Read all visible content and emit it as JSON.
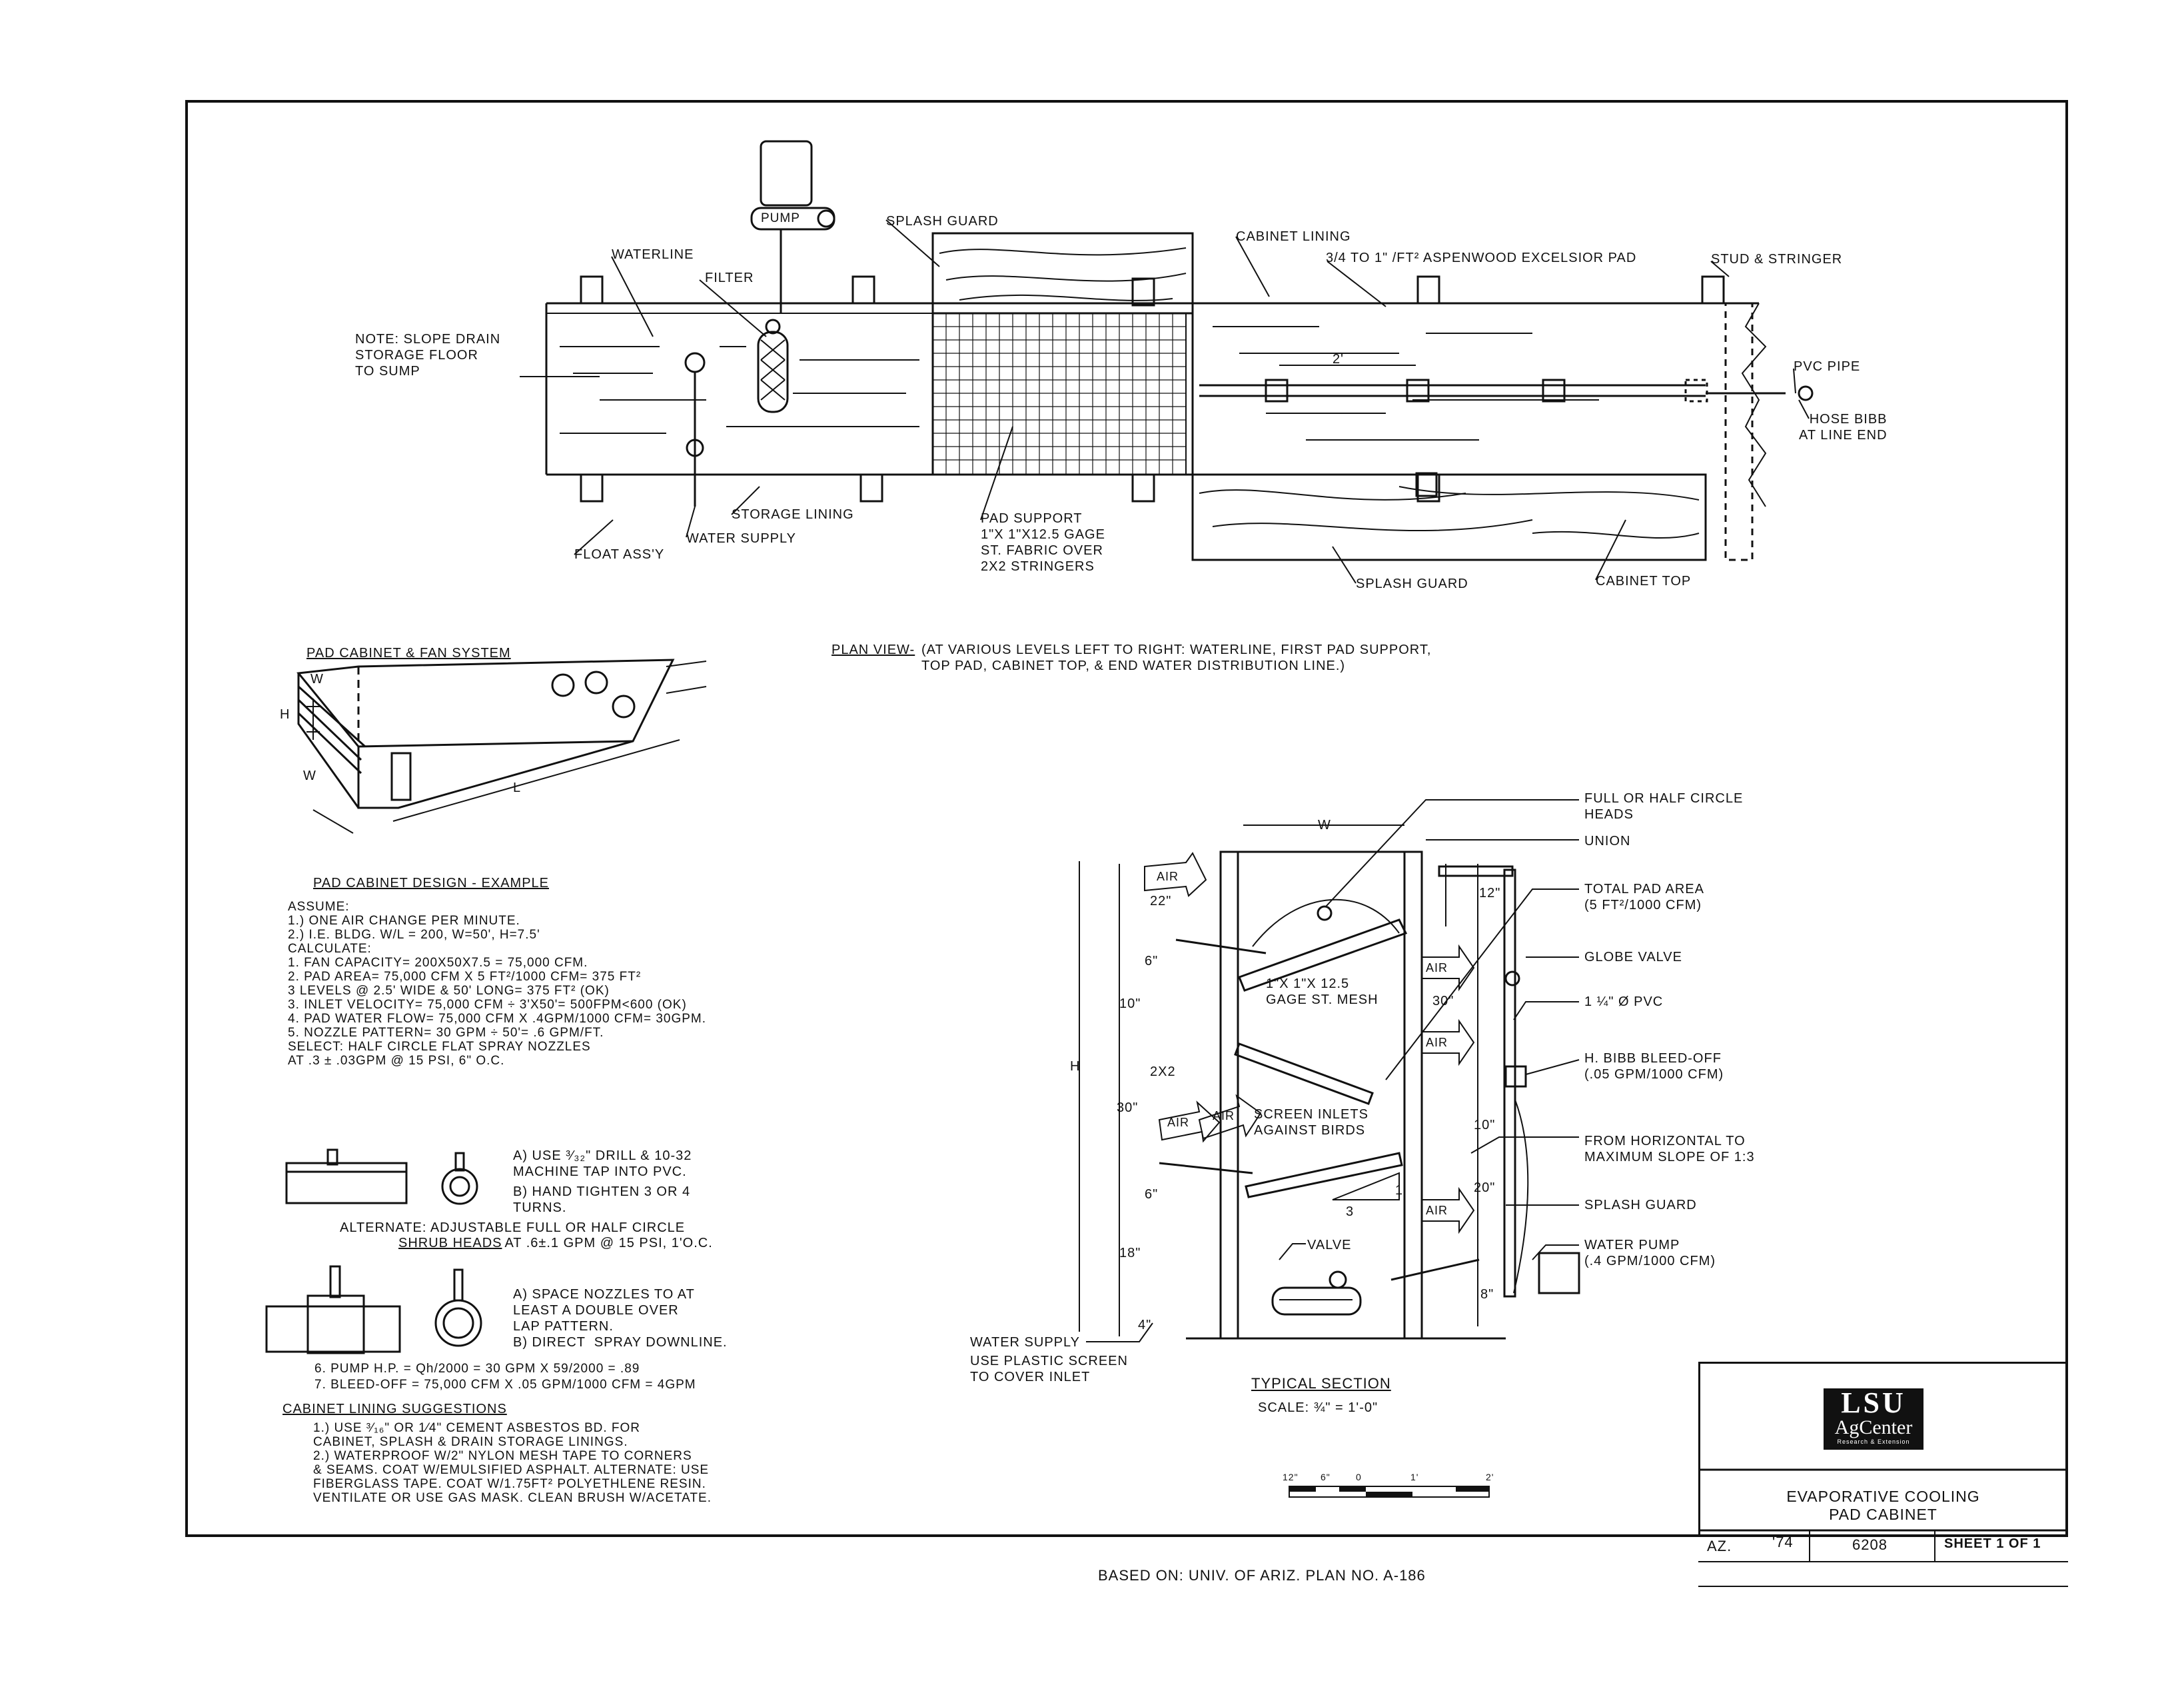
{
  "plan_view": {
    "caption_title": "PLAN VIEW-",
    "caption_text": "(AT VARIOUS LEVELS LEFT TO RIGHT: WATERLINE, FIRST PAD SUPPORT,\n TOP PAD, CABINET TOP, & END WATER DISTRIBUTION LINE.)",
    "labels": {
      "pump": "PUMP",
      "waterline": "WATERLINE",
      "filter": "FILTER",
      "splash_guard_top": "SPLASH GUARD",
      "cabinet_lining": "CABINET LINING",
      "excelsior_pad": "3/4 TO 1\" /FT² ASPENWOOD EXCELSIOR PAD",
      "stud_stringer": "STUD & STRINGER",
      "note_slope": "NOTE: SLOPE DRAIN\nSTORAGE FLOOR\nTO SUMP",
      "spacing": "2'",
      "pvc_pipe": "PVC PIPE",
      "hose_bibb": "HOSE BIBB\nAT LINE END",
      "storage_lining": "STORAGE LINING",
      "water_supply": "WATER SUPPLY",
      "float_assy": "FLOAT ASS'Y",
      "pad_support": "PAD SUPPORT\n1\"X 1\"X12.5 GAGE\nST. FABRIC OVER\n2X2 STRINGERS",
      "splash_guard_bottom": "SPLASH GUARD",
      "cabinet_top": "CABINET TOP"
    }
  },
  "fan_system": {
    "title": "PAD CABINET & FAN SYSTEM",
    "dim_w_top": "W",
    "dim_h": "H",
    "dim_w": "W",
    "dim_l": "L"
  },
  "design_example": {
    "title": "PAD CABINET DESIGN - EXAMPLE",
    "body": "ASSUME:\n   1.) ONE AIR CHANGE PER MINUTE.\n   2.) I.E. BLDG. W/L = 200, W=50', H=7.5'\nCALCULATE:\n   1. FAN CAPACITY= 200X50X7.5 = 75,000 CFM.\n   2. PAD AREA= 75,000 CFM X 5 FT²/1000 CFM= 375 FT²\n      3 LEVELS @ 2.5' WIDE & 50' LONG= 375 FT² (OK)\n   3. INLET VELOCITY= 75,000 CFM ÷ 3'X50'= 500FPM<600 (OK)\n   4. PAD WATER FLOW= 75,000 CFM X .4GPM/1000 CFM= 30GPM.\n   5. NOZZLE PATTERN= 30 GPM ÷ 50'= .6 GPM/FT.\n      SELECT: HALF CIRCLE FLAT SPRAY NOZZLES\n              AT .3 ± .03GPM @ 15 PSI, 6\" O.C."
  },
  "nozzle_notes": {
    "a1": "A) USE ³⁄₃₂\" DRILL & 10-32\n    MACHINE TAP INTO PVC.",
    "b1": "B) HAND TIGHTEN 3 OR 4\n    TURNS.",
    "alternate_prefix": "ALTERNATE: ADJUSTABLE FULL OR HALF CIRCLE",
    "shrub_heads": "SHRUB HEADS",
    "alternate_suffix": " AT .6±.1 GPM @ 15 PSI, 1'O.C.",
    "a2": "A) SPACE NOZZLES TO AT\n    LEAST A DOUBLE OVER\n    LAP PATTERN.",
    "b2": "B) DIRECT  SPRAY DOWNLINE.",
    "pump_hp": "6. PUMP H.P. = Qh/2000 = 30 GPM X 59/2000 = .89",
    "bleed_off": "7. BLEED-OFF = 75,000 CFM X .05 GPM/1000 CFM = 4GPM"
  },
  "lining": {
    "title": "CABINET LINING SUGGESTIONS",
    "body": "1.) USE ³⁄₁₆\" OR 1⁄4\" CEMENT ASBESTOS BD. FOR\n    CABINET, SPLASH & DRAIN STORAGE LININGS.\n2.) WATERPROOF W/2\" NYLON MESH TAPE TO CORNERS\n    & SEAMS. COAT W/EMULSIFIED ASPHALT. ALTERNATE: USE\n    FIBERGLASS TAPE. COAT W/1.75FT² POLYETHLENE RESIN.\n    VENTILATE OR USE GAS MASK. CLEAN BRUSH W/ACETATE."
  },
  "section": {
    "title": "TYPICAL SECTION",
    "scale": "SCALE: ¾\" = 1'-0\"",
    "dims": {
      "w": "W",
      "h": "H",
      "d22": "22\"",
      "d6a": "6\"",
      "d10a": "10\"",
      "d30a": "30\"",
      "d6b": "6\"",
      "d18": "18\"",
      "d4": "4\"",
      "d12": "12\"",
      "d30b": "30\"",
      "d10b": "10\"",
      "d20": "20\"",
      "d8": "8\"",
      "slope_1": "1",
      "slope_3": "3"
    },
    "air": [
      "AIR",
      "AIR",
      "AIR",
      "AIR",
      "AIR",
      "AIR"
    ],
    "labels": {
      "mesh": "1\"X 1\"X 12.5\nGAGE ST. MESH",
      "two_by_two": "2X2",
      "screen_inlets": "SCREEN INLETS\nAGAINST BIRDS",
      "valve": "VALVE",
      "water_supply": "WATER SUPPLY",
      "plastic_screen": "USE PLASTIC SCREEN\nTO COVER INLET",
      "full_half_circle": "FULL OR HALF CIRCLE\nHEADS",
      "union": "UNION",
      "total_pad_area": "TOTAL PAD AREA\n(5 FT²/1000 CFM)",
      "globe_valve": "GLOBE VALVE",
      "pvc": "1 ¼\" Ø PVC",
      "bleed_off": "H. BIBB BLEED-OFF\n(.05 GPM/1000 CFM)",
      "slope": "FROM HORIZONTAL TO\nMAXIMUM SLOPE OF 1:3",
      "splash_guard": "SPLASH GUARD",
      "water_pump": "WATER PUMP\n(.4 GPM/1000 CFM)"
    }
  },
  "scale_bar": {
    "labels": [
      "12\"",
      "6\"",
      "0",
      "1'",
      "2'"
    ]
  },
  "footer": "BASED ON: UNIV. OF ARIZ. PLAN NO. A-186",
  "title_block": {
    "logo_line1": "LSU",
    "logo_line2": "AgCenter",
    "logo_line3": "Research & Extension",
    "title": "EVAPORATIVE  COOLING\nPAD CABINET",
    "state": "AZ.",
    "year": "'74",
    "plan_no": "6208",
    "sheet": "SHEET 1 OF 1"
  }
}
